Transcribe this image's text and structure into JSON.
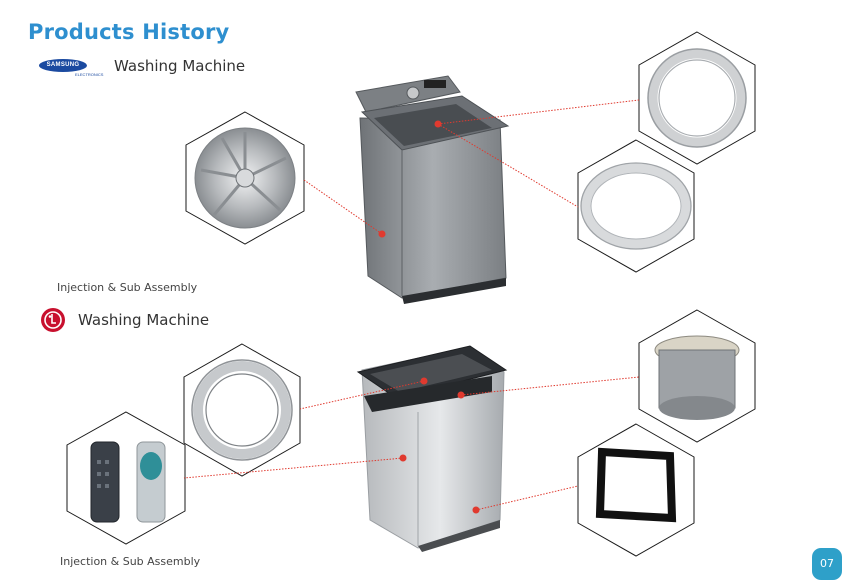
{
  "page": {
    "title": "Products  History",
    "page_number": "07"
  },
  "sections": [
    {
      "brand_logo_text": "SAMSUNG",
      "brand_logo_subtext": "ELECTRONICS",
      "heading": "Washing Machine",
      "caption": "Injection & Sub Assembly"
    },
    {
      "heading": "Washing Machine",
      "caption": "Injection & Sub Assembly"
    }
  ],
  "colors": {
    "title": "#2e8fcf",
    "leader_line": "#e03a2f",
    "page_badge": "#2ea0c9",
    "samsung_blue": "#1b4aa0",
    "lg_red": "#c8102e"
  },
  "icons": [
    "samsung-logo",
    "lg-logo",
    "pulsator-part",
    "door-gasket-ring",
    "tub-ring",
    "drain-filter-pair",
    "inner-tub-part",
    "frame-part"
  ]
}
